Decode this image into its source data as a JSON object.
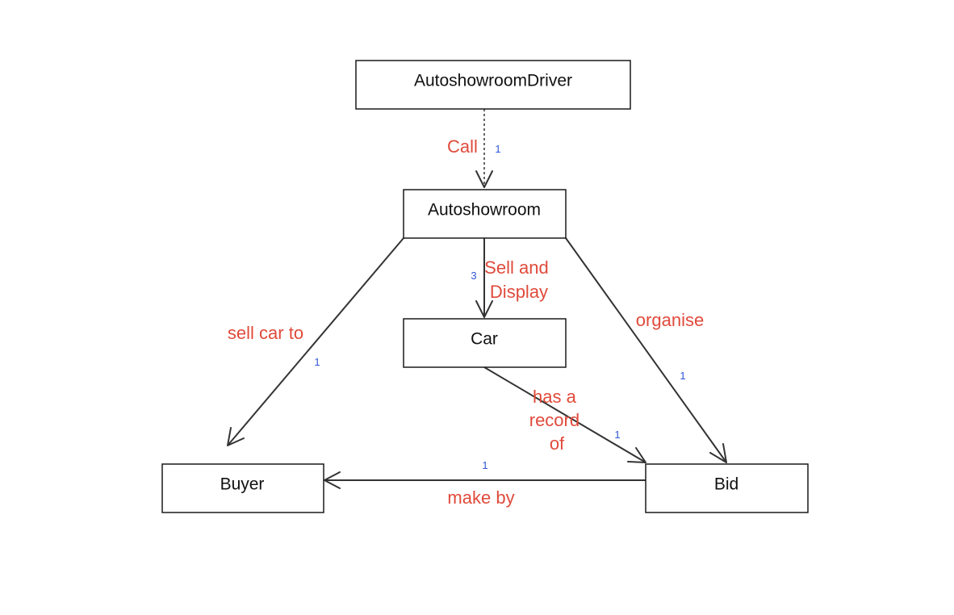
{
  "colors": {
    "background": "#ffffff",
    "box_border": "#1a1a1a",
    "box_text": "#111111",
    "edge": "#333333",
    "relation_label": "#e04a3b",
    "multiplicity": "#2f56d6"
  },
  "nodes": {
    "driver": "AutoshowroomDriver",
    "autoshowroom": "Autoshowroom",
    "car": "Car",
    "buyer": "Buyer",
    "bid": "Bid"
  },
  "edges": {
    "driver_autoshowroom": {
      "label": [
        "Call"
      ],
      "multiplicity": "1",
      "style": "dashed"
    },
    "autoshowroom_car": {
      "label": [
        "Sell and",
        "Display"
      ],
      "multiplicity": "3",
      "style": "solid"
    },
    "autoshowroom_buyer": {
      "label": [
        "sell car to"
      ],
      "multiplicity": "1",
      "style": "solid"
    },
    "autoshowroom_bid": {
      "label": [
        "organise"
      ],
      "multiplicity": "1",
      "style": "solid"
    },
    "car_bid": {
      "label": [
        "has a",
        "record",
        "of"
      ],
      "multiplicity": "1",
      "style": "solid"
    },
    "bid_buyer": {
      "label": [
        "make by"
      ],
      "multiplicity": "1",
      "style": "solid"
    }
  }
}
